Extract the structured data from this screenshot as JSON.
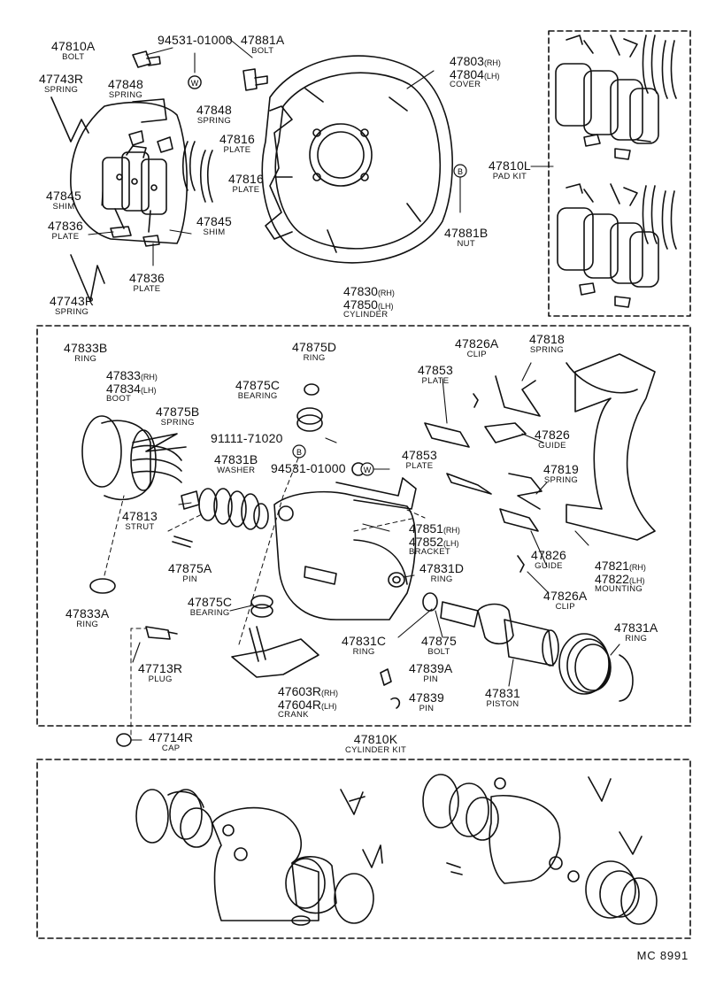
{
  "callouts": [
    {
      "id": "47810A",
      "number": "47810A",
      "name": "BOLT"
    },
    {
      "id": "94531-01000a",
      "number": "94531-01000",
      "name": ""
    },
    {
      "id": "47881A",
      "number": "47881A",
      "name": "BOLT"
    },
    {
      "id": "47743R-top",
      "number": "47743R",
      "name": "SPRING"
    },
    {
      "id": "47848a",
      "number": "47848",
      "name": "SPRING"
    },
    {
      "id": "47848b",
      "number": "47848",
      "name": "SPRING"
    },
    {
      "id": "47816a",
      "number": "47816",
      "name": "PLATE"
    },
    {
      "id": "47816b",
      "number": "47816",
      "name": "PLATE"
    },
    {
      "id": "47845a",
      "number": "47845",
      "name": "SHIM"
    },
    {
      "id": "47836a",
      "number": "47836",
      "name": "PLATE"
    },
    {
      "id": "47845b",
      "number": "47845",
      "name": "SHIM"
    },
    {
      "id": "47836b",
      "number": "47836",
      "name": "PLATE"
    },
    {
      "id": "47743R-bot",
      "number": "47743R",
      "name": "SPRING"
    },
    {
      "id": "47881B",
      "number": "47881B",
      "name": "NUT"
    },
    {
      "id": "47810L",
      "number": "47810L",
      "name": "PAD KIT"
    },
    {
      "id": "47833B",
      "number": "47833B",
      "name": "RING"
    },
    {
      "id": "47875D",
      "number": "47875D",
      "name": "RING"
    },
    {
      "id": "47875C-top",
      "number": "47875C",
      "name": "BEARING"
    },
    {
      "id": "47875B",
      "number": "47875B",
      "name": "SPRING"
    },
    {
      "id": "91111-71020",
      "number": "91111-71020",
      "name": ""
    },
    {
      "id": "47831B",
      "number": "47831B",
      "name": "WASHER"
    },
    {
      "id": "94531-01000b",
      "number": "94531-01000",
      "name": ""
    },
    {
      "id": "47813",
      "number": "47813",
      "name": "STRUT"
    },
    {
      "id": "47875A",
      "number": "47875A",
      "name": "PIN"
    },
    {
      "id": "47833A",
      "number": "47833A",
      "name": "RING"
    },
    {
      "id": "47875C-bot",
      "number": "47875C",
      "name": "BEARING"
    },
    {
      "id": "47713R",
      "number": "47713R",
      "name": "PLUG"
    },
    {
      "id": "47714R",
      "number": "47714R",
      "name": "CAP"
    },
    {
      "id": "47826A-top",
      "number": "47826A",
      "name": "CLIP"
    },
    {
      "id": "47818",
      "number": "47818",
      "name": "SPRING"
    },
    {
      "id": "47853a",
      "number": "47853",
      "name": "PLATE"
    },
    {
      "id": "47826a",
      "number": "47826",
      "name": "GUIDE"
    },
    {
      "id": "47853b",
      "number": "47853",
      "name": "PLATE"
    },
    {
      "id": "47819",
      "number": "47819",
      "name": "SPRING"
    },
    {
      "id": "47826b",
      "number": "47826",
      "name": "GUIDE"
    },
    {
      "id": "47826A-bot",
      "number": "47826A",
      "name": "CLIP"
    },
    {
      "id": "47831D",
      "number": "47831D",
      "name": "RING"
    },
    {
      "id": "47831C",
      "number": "47831C",
      "name": "RING"
    },
    {
      "id": "47875",
      "number": "47875",
      "name": "BOLT"
    },
    {
      "id": "47839A",
      "number": "47839A",
      "name": "PIN"
    },
    {
      "id": "47839",
      "number": "47839",
      "name": "PIN"
    },
    {
      "id": "47831",
      "number": "47831",
      "name": "PISTON"
    },
    {
      "id": "47831A",
      "number": "47831A",
      "name": "RING"
    },
    {
      "id": "47810K",
      "number": "47810K",
      "name": "CYLINDER KIT"
    }
  ],
  "multi_callouts": [
    {
      "id": "cover",
      "line1": "47803",
      "suffix1": "(RH)",
      "line2": "47804",
      "suffix2": "(LH)",
      "name": "COVER"
    },
    {
      "id": "cylinder",
      "line1": "47830",
      "suffix1": "(RH)",
      "line2": "47850",
      "suffix2": "(LH)",
      "name": "CYLINDER"
    },
    {
      "id": "boot",
      "line1": "47833",
      "suffix1": "(RH)",
      "line2": "47834",
      "suffix2": "(LH)",
      "name": "BOOT"
    },
    {
      "id": "bracket",
      "line1": "47851",
      "suffix1": "(RH)",
      "line2": "47852",
      "suffix2": "(LH)",
      "name": "BRACKET"
    },
    {
      "id": "mounting",
      "line1": "47821",
      "suffix1": "(RH)",
      "line2": "47822",
      "suffix2": "(LH)",
      "name": "MOUNTING"
    },
    {
      "id": "crank",
      "line1": "47603R",
      "suffix1": "(RH)",
      "line2": "47604R",
      "suffix2": "(LH)",
      "name": "CRANK"
    }
  ],
  "markers": {
    "washer": "W",
    "bolt": "B"
  },
  "footer": "MC 8991"
}
